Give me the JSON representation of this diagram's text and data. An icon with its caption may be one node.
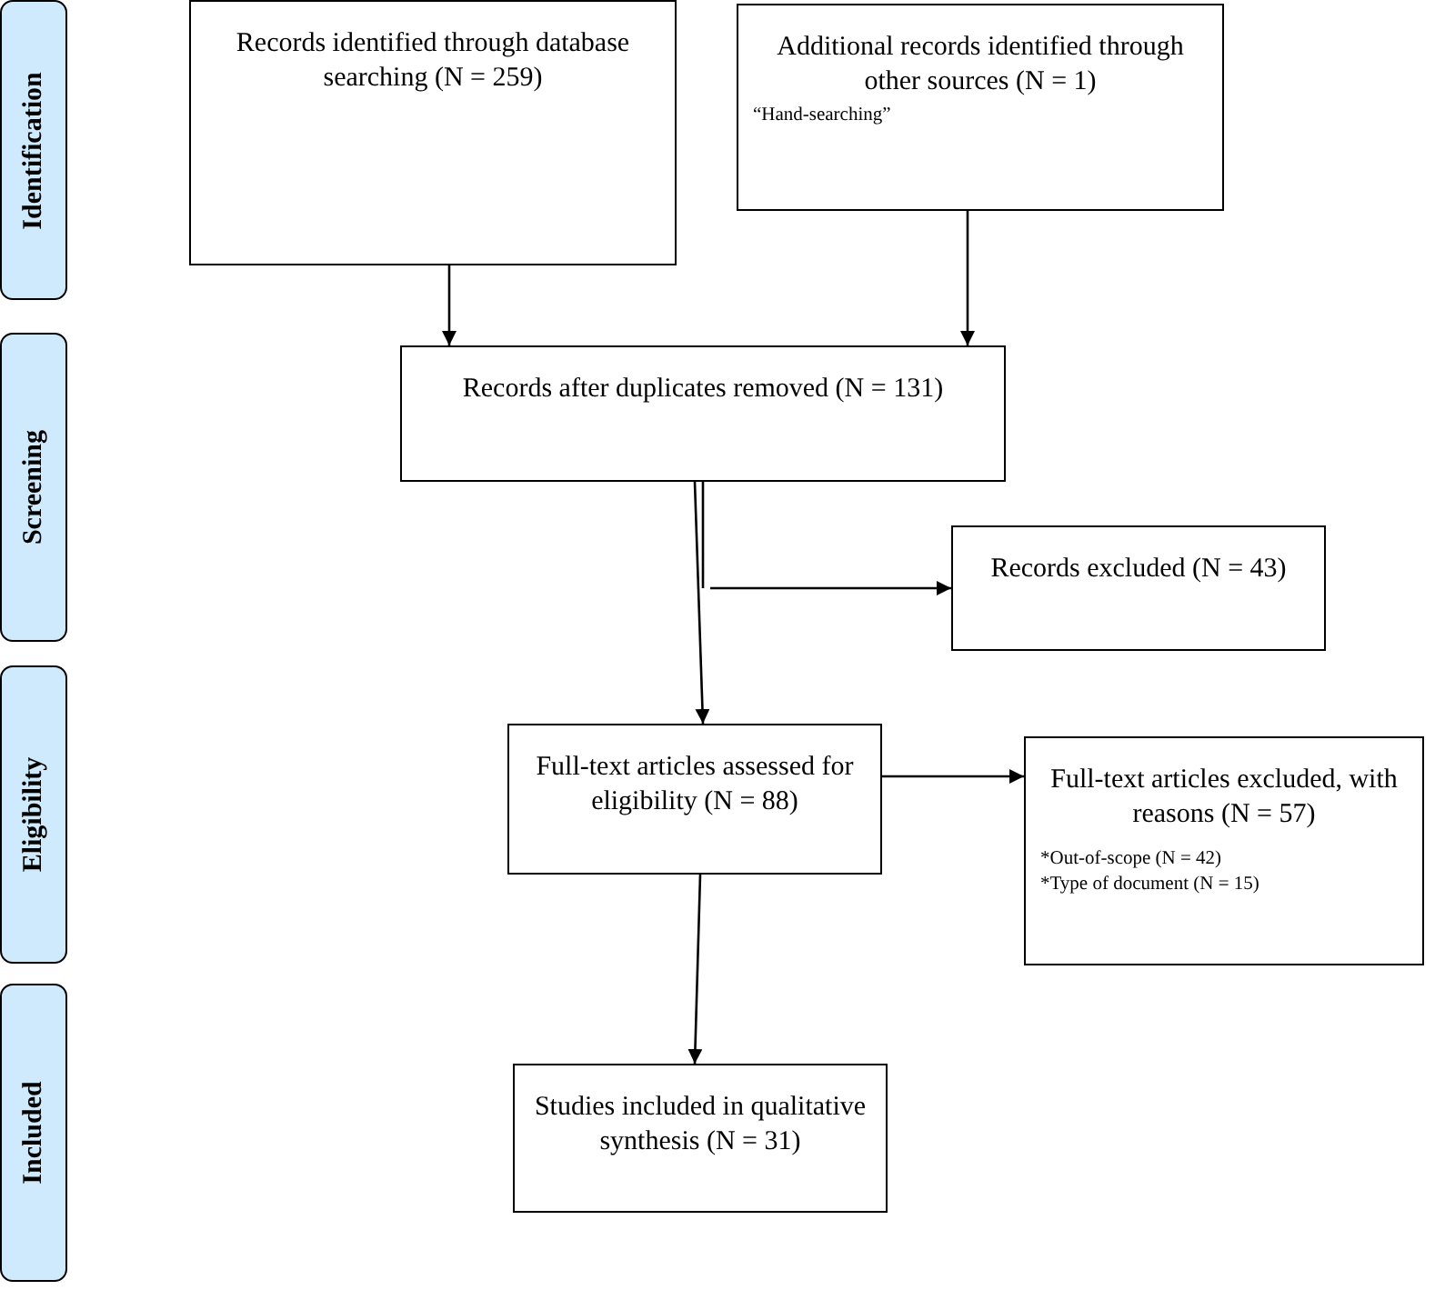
{
  "diagram": {
    "nodes": [
      {
        "text": [
          "Identification"
        ]
      },
      {
        "text": [
          "Screening"
        ]
      },
      {
        "text": [
          "Eligibility"
        ]
      },
      {
        "text": [
          "Included"
        ]
      },
      {
        "text": [
          "Records identified through database searching (N = 259)"
        ]
      },
      {
        "text": [
          "Additional records identified through other sources (N = 1)",
          "“Hand-searching”"
        ]
      },
      {
        "text": [
          "Records after duplicates removed (N = 131)"
        ]
      },
      {
        "text": [
          "Records excluded (N = 43)"
        ]
      },
      {
        "text": [
          "Full-text articles assessed for eligibility (N = 88)"
        ]
      },
      {
        "text": [
          "Full-text articles excluded, with reasons (N = 57)",
          "*Out-of-scope (N = 42)",
          "*Type of document (N = 15)"
        ]
      },
      {
        "text": [
          "Studies included in qualitative synthesis (N = 31)"
        ]
      }
    ],
    "edges": [
      {
        "from": 4,
        "to": 6,
        "arrow": "to"
      },
      {
        "from": 5,
        "to": 6,
        "arrow": "to"
      },
      {
        "from": 6,
        "to": 8,
        "arrow": "to"
      },
      {
        "from": 6,
        "to": 7,
        "arrow": "to"
      },
      {
        "from": 8,
        "to": 9,
        "arrow": "to"
      },
      {
        "from": 8,
        "to": 10,
        "arrow": "to"
      }
    ]
  }
}
